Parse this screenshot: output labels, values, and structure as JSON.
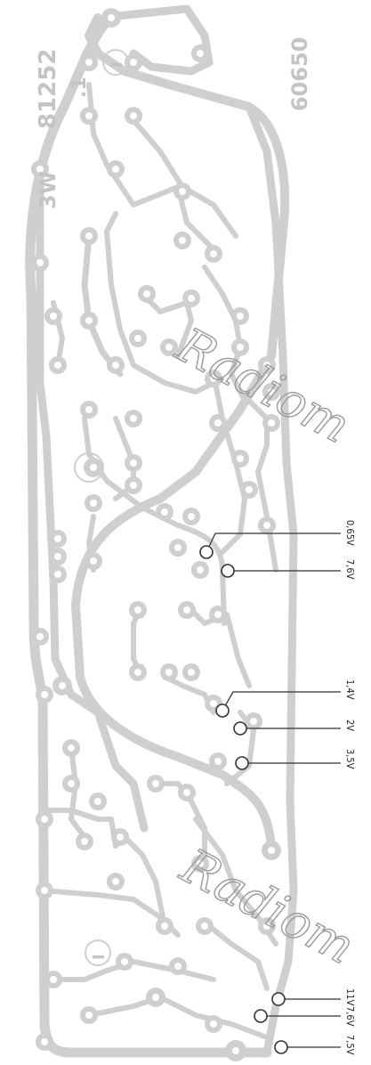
{
  "board": {
    "labels": {
      "part_number": "81252",
      "revision": ".1",
      "power": "3W",
      "code": "60650",
      "mark_1": "I",
      "mark_2": "I"
    },
    "watermark": {
      "text_1": "Radiom",
      "text_2": "Radiom"
    },
    "test_points": [
      {
        "label": "0,65V"
      },
      {
        "label": "7,6V"
      },
      {
        "label": "1,4V"
      },
      {
        "label": "2V"
      },
      {
        "label": "3,5V"
      },
      {
        "label": "11V"
      },
      {
        "label": "7,6V"
      },
      {
        "label": "7,5V"
      }
    ]
  }
}
